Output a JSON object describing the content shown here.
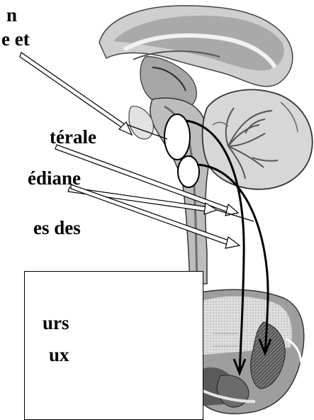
{
  "labels": {
    "l1": "n",
    "l2": "e et",
    "l3": "térale",
    "l4": "édiane",
    "l5": "es des",
    "l6": "urs",
    "l7": "ux"
  },
  "colors": {
    "ink": "#000000",
    "background": "#ffffff",
    "tissue_light": "#dedede",
    "tissue_mid": "#a9a9a9",
    "tissue_dark": "#6e6e6e"
  }
}
